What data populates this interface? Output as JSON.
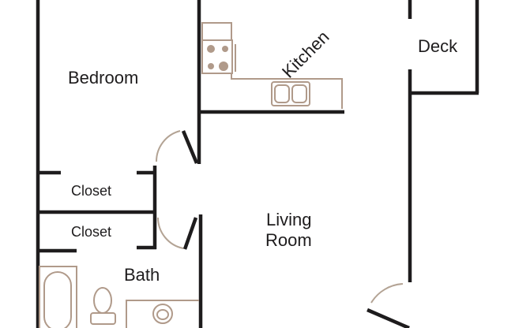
{
  "floorplan": {
    "rooms": {
      "bedroom": "Bedroom",
      "kitchen": "Kitchen",
      "deck": "Deck",
      "closet_1": "Closet",
      "closet_2": "Closet",
      "living_room_line1": "Living",
      "living_room_line2": "Room",
      "bath": "Bath"
    },
    "colors": {
      "wall": "#1e1c1d",
      "fixture": "#b09a8a",
      "door_swing": "#b3a394",
      "background": "#ffffff"
    }
  }
}
